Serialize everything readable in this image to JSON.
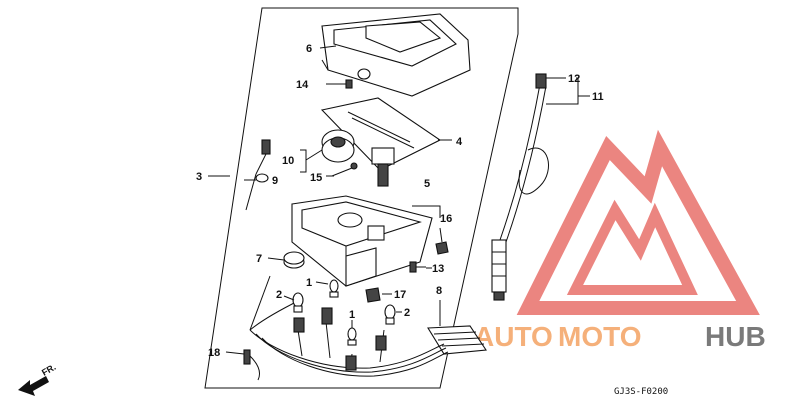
{
  "callouts": {
    "c1a": "1",
    "c1b": "1",
    "c2a": "2",
    "c2b": "2",
    "c3": "3",
    "c4": "4",
    "c5": "5",
    "c6": "6",
    "c7": "7",
    "c8": "8",
    "c9": "9",
    "c10": "10",
    "c11": "11",
    "c12": "12",
    "c13": "13",
    "c14": "14",
    "c15": "15",
    "c16": "16",
    "c17": "17",
    "c18": "18"
  },
  "direction_label": "FR.",
  "diagram_code": "GJ3S-F0200",
  "watermark": {
    "part1": "AUTO",
    "part2": "MOTO",
    "part3": "HUB"
  },
  "colors": {
    "watermark_red": "#e8706a",
    "watermark_orange": "#f5b07a",
    "watermark_gray": "#7a7a7a",
    "line": "#111111"
  }
}
